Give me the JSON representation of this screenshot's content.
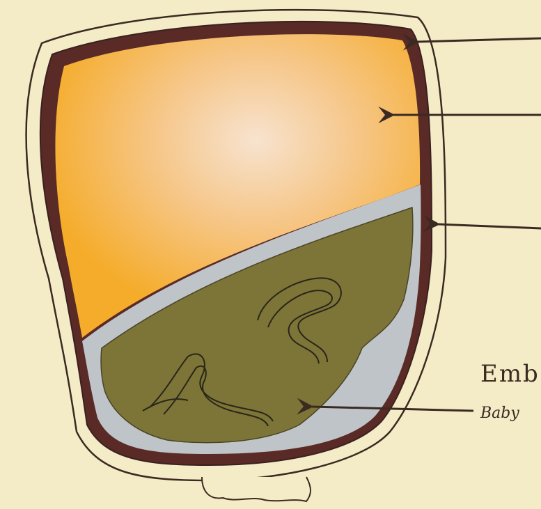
{
  "diagram": {
    "type": "seed-cross-section",
    "colors": {
      "paper": "#f4ecc6",
      "seed_coat": "#5a2a26",
      "endosperm": "#f5ac2a",
      "endosperm_highlight": "#f7e3cf",
      "aleurone_layer": "#bfc4c9",
      "embryo": "#7d7438",
      "ink": "#3a2a22"
    },
    "labels": {
      "embryo_title": "Emb",
      "embryo_subtitle": "Baby"
    },
    "arrows": [
      {
        "points_to": "seed-coat"
      },
      {
        "points_to": "endosperm"
      },
      {
        "points_to": "aleurone-layer"
      },
      {
        "points_to": "embryo"
      }
    ]
  }
}
